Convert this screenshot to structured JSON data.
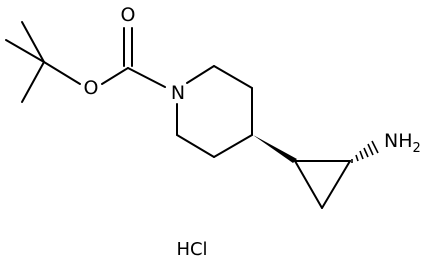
{
  "molecule": {
    "atoms": {
      "carbonyl_o": "O",
      "ester_o": "O",
      "ring_n": "N",
      "amine": "NH",
      "amine_h_count": "2"
    },
    "salt": "HCl"
  }
}
